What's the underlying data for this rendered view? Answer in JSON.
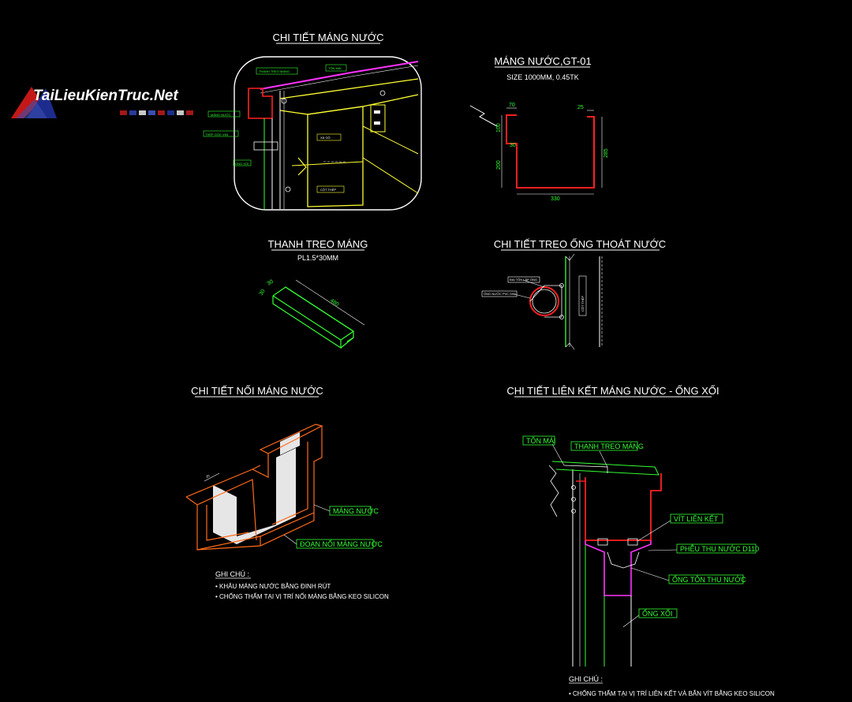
{
  "watermark": {
    "text": "TaiLieuKienTruc.Net"
  },
  "titles": {
    "detail_gutter": "CHI TIẾT MÁNG NƯỚC",
    "gutter_gt01": "MÁNG NƯỚC,GT-01",
    "gutter_size": "SIZE 1000MM, 0.45TK",
    "hanger_bar": "THANH TREO MÁNG",
    "hanger_spec": "PL1.5*30MM",
    "downpipe_hanger": "CHI TIẾT TREO ỐNG THOÁT NƯỚC",
    "gutter_joint": "CHI TIẾT NỐI MÁNG NƯỚC",
    "gutter_downpipe": "CHI TIẾT LIÊN KẾT MÁNG NƯỚC - ỐNG XỐI"
  },
  "detail1_tags": {
    "thanh_treo": "THANH TREO MÁNG",
    "ton_mai": "TÔN MÁI",
    "mang_nuoc": "MÁNG NƯỚC",
    "thep_goc": "THÉP GÓC V63",
    "ong_xoi": "ỐNG XỐI",
    "xa_go": "XÀ GỒ",
    "cot_thep": "CỘT THÉP"
  },
  "gutter_dims": {
    "top_left": "70",
    "top_right": "25",
    "side_upper": "100",
    "step": "30",
    "side_lower": "200",
    "right_height": "285",
    "bottom": "330"
  },
  "hanger_dims": {
    "a": "30",
    "b": "30",
    "length": "480"
  },
  "pipe_tags": {
    "dai": "ĐAI TÔN LẬP ỐNG",
    "ong": "ỐNG NƯỚC PVC D90",
    "cot": "CỘT THÉP"
  },
  "joint_tags": {
    "dim": "20",
    "mang": "MÁNG NƯỚC",
    "doan": "ĐOẠN NỐI MÁNG NƯỚC"
  },
  "joint_notes": {
    "header": "GHI CHÚ :",
    "line1": "• KHÂU MÁNG NƯỚC BẰNG ĐINH RÚT",
    "line2": "• CHỐNG THẤM TẠI VỊ TRÍ NỐI MÁNG BẰNG KEO SILICON"
  },
  "link_tags": {
    "ton_mai": "TÔN MÁI",
    "thanh_treo": "THANH TREO MÁNG",
    "vit": "VÍT LIÊN KẾT",
    "pheu": "PHỄU THU NƯỚC D110",
    "ong_ton": "ỐNG TÔN THU NƯỚC",
    "ong_xoi": "ỐNG XỐI"
  },
  "link_notes": {
    "header": "GHI CHÚ :",
    "line1": "• CHỐNG THẤM TẠI VỊ TRÍ LIÊN KẾT VÀ BẮN VÍT BẰNG KEO SILICON"
  },
  "colors": {
    "cad_red": "#ff2020",
    "cad_green": "#33ff33",
    "cad_yellow": "#ffff33",
    "cad_magenta": "#ff33ff",
    "cad_orange": "#ff6a1a",
    "cad_white": "#ffffff"
  }
}
